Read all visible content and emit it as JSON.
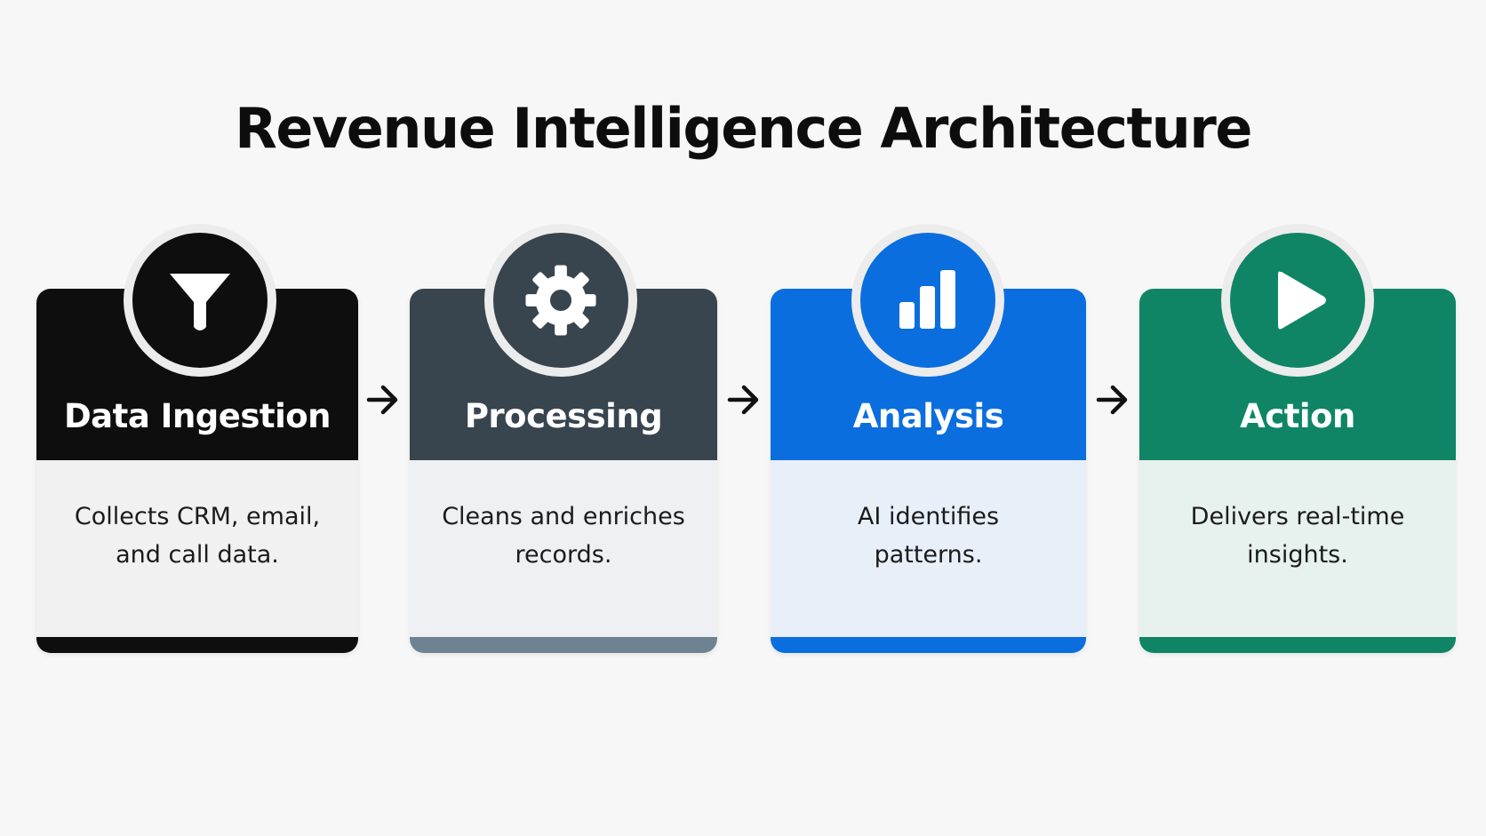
{
  "title": "Revenue Intelligence Architecture",
  "stages": [
    {
      "title": "Data Ingestion",
      "description": "Collects CRM, email,\nand call data.",
      "icon": "funnel-icon",
      "color": "#0e0e0e"
    },
    {
      "title": "Processing",
      "description": "Cleans and enriches\nrecords.",
      "icon": "gear-icon",
      "color": "#38444e"
    },
    {
      "title": "Analysis",
      "description": "AI identifies\npatterns.",
      "icon": "bar-chart-icon",
      "color": "#0b6ede"
    },
    {
      "title": "Action",
      "description": "Delivers real-time\ninsights.",
      "icon": "play-icon",
      "color": "#0f8566"
    }
  ],
  "connectors": [
    "arrow-right-icon",
    "arrow-right-icon",
    "arrow-right-icon"
  ]
}
